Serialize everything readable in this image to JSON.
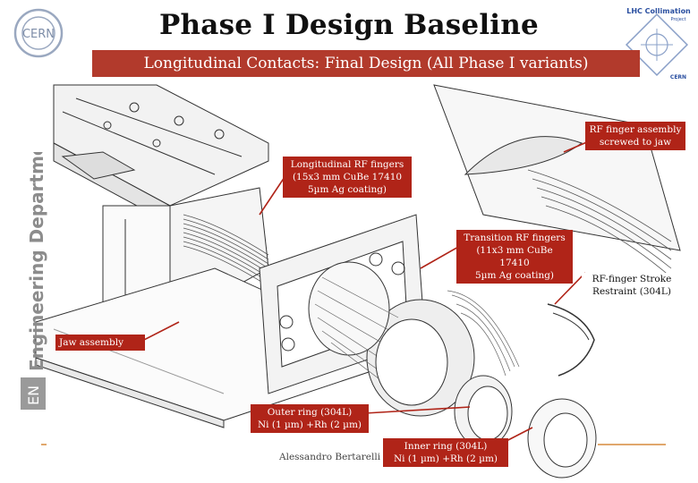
{
  "slide": {
    "title": "Phase I Design Baseline",
    "subtitle": "Longitudinal Contacts: Final Design (All Phase I variants)",
    "department": {
      "main": "Engineering Department",
      "abbr": "EN"
    },
    "left_logo": "CERN",
    "right_logo": {
      "line1": "LHC Collimation",
      "line2": "Project",
      "brand": "CERN"
    },
    "footer_author": "Alessandro Bertarelli"
  },
  "callouts": {
    "rf_assembly": [
      "RF finger assembly",
      "screwed to jaw"
    ],
    "longitudinal": [
      "Longitudinal RF fingers",
      "(15x3 mm CuBe 17410",
      "5µm Ag coating)"
    ],
    "transition": [
      "Transition RF fingers",
      "(11x3 mm CuBe 17410",
      "5µm Ag coating)"
    ],
    "stroke_restraint": [
      "RF-finger Stroke",
      "Restraint (304L)"
    ],
    "jaw_assembly": "Jaw assembly",
    "outer_ring": [
      "Outer ring (304L)",
      "Ni (1 µm) +Rh (2 µm)"
    ],
    "inner_ring": [
      "Inner ring (304L)",
      "Ni (1 µm) +Rh (2 µm)"
    ]
  },
  "colors": {
    "title_bar": "#b23a2c",
    "callout": "#b02418",
    "department_text": "#8c8c8c",
    "accent_line": "#e0a76c"
  }
}
